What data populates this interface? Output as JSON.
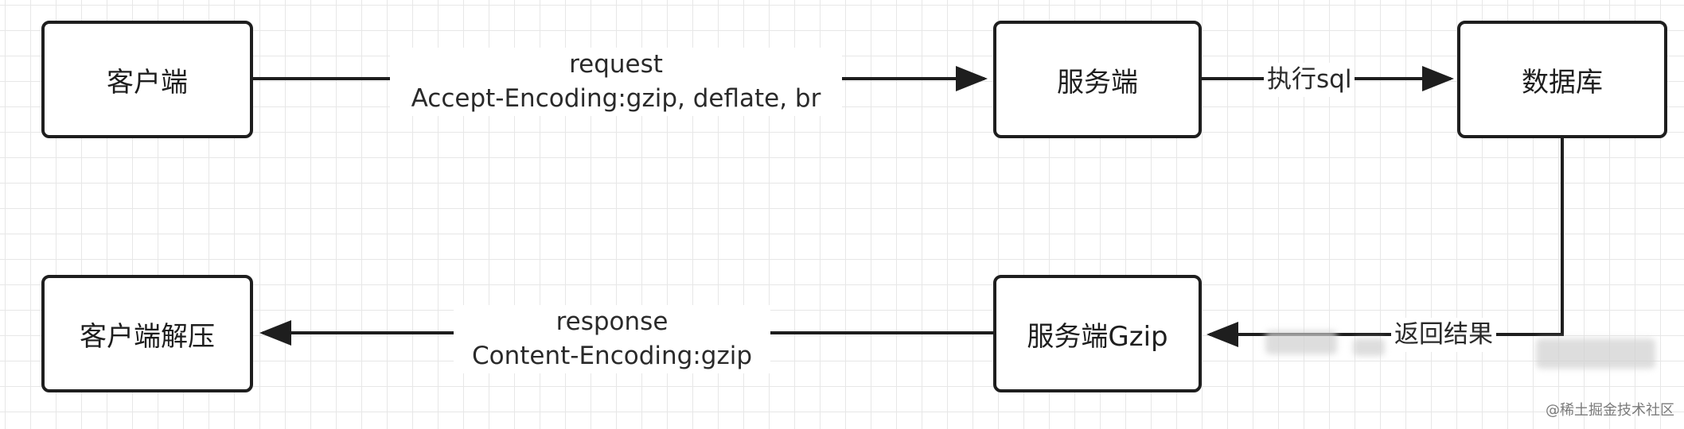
{
  "nodes": {
    "client": "客户端",
    "server": "服务端",
    "database": "数据库",
    "server_gzip": "服务端Gzip",
    "client_decompress": "客户端解压"
  },
  "edges": {
    "request": {
      "line1": "request",
      "line2": "Accept-Encoding:gzip, deflate, br"
    },
    "execute": "执行sql",
    "return_result": "返回结果",
    "response": {
      "line1": "response",
      "line2": "Content-Encoding:gzip"
    }
  },
  "watermark": "@稀土掘金技术社区"
}
